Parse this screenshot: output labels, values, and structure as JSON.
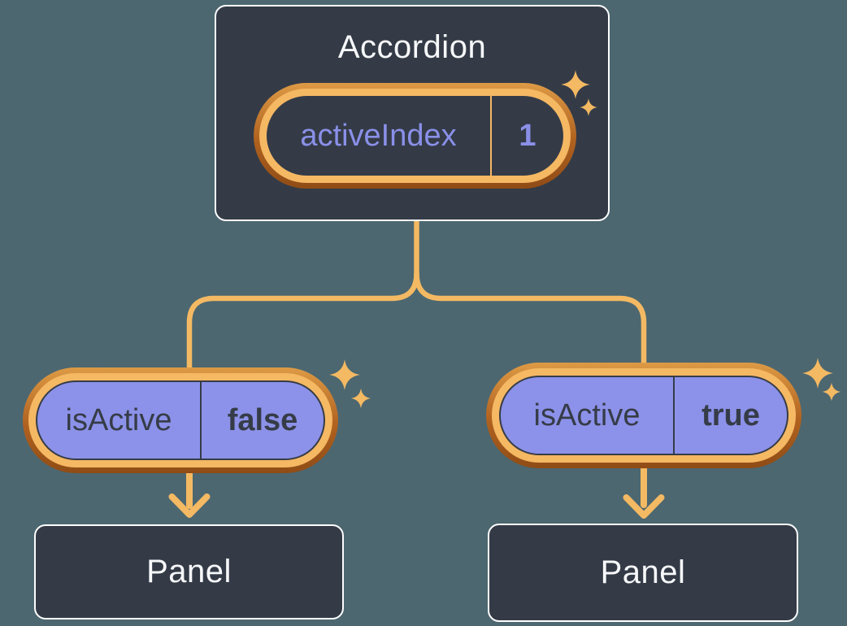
{
  "diagram": {
    "description": "React component tree: Accordion lifting state up to two Panels",
    "accordion": {
      "title": "Accordion",
      "state": {
        "label": "activeIndex",
        "value": "1"
      }
    },
    "children": [
      {
        "prop": {
          "label": "isActive",
          "value": "false"
        },
        "panel": {
          "title": "Panel"
        }
      },
      {
        "prop": {
          "label": "isActive",
          "value": "true"
        },
        "panel": {
          "title": "Panel"
        }
      }
    ],
    "icons": {
      "sparkle": "four-point-star"
    },
    "colors": {
      "background": "#4c6770",
      "card_background": "#343b47",
      "card_border": "#fdfdfd",
      "title_text": "#f7f8fa",
      "connector_orange": "#f4b963",
      "ring_inner_orange": "#f5b863",
      "ring_outer_orange_top": "#dd9a45",
      "ring_outer_orange_bottom": "#8f4c16",
      "pill_purple": "#8c92e9",
      "purple_text": "#8a90e8",
      "dark_text": "#363c47"
    }
  }
}
